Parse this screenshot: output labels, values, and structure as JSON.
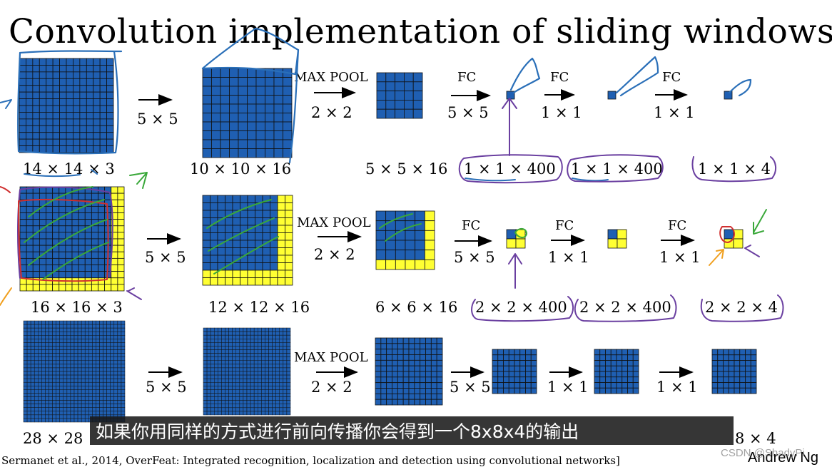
{
  "slide": {
    "title": "Convolution implementation of sliding windows",
    "author": "Andrew Ng",
    "citation": "Sermanet et al., 2014, OverFeat: Integrated recognition, localization and detection using convolutional networks]",
    "watermark": "CSDN @ShadyPi",
    "subtitle": "如果你用同样的方式进行前向传播你会得到一个8x8x4的输出"
  },
  "colors": {
    "blue": "#1f5fb2",
    "yellow": "#ffff33",
    "grid": "#111111",
    "pen_blue": "#2a6fb8",
    "pen_purple": "#6a3fa0",
    "pen_green": "#3aa83a",
    "pen_red": "#d03030",
    "pen_orange": "#f0a020"
  },
  "rows": [
    {
      "input_label": "14 × 14  × 3",
      "conv_op": "5 × 5",
      "conv_label": "10 × 10 × 16",
      "pool_name": "MAX POOL",
      "pool_op": "2 × 2",
      "pool_label": "5 × 5 × 16",
      "fc1_name": "FC",
      "fc1_op": "5 × 5",
      "fc1_label": "1 × 1 × 400",
      "fc2_name": "FC",
      "fc2_op": "1 × 1",
      "fc2_label": "1 × 1 × 400",
      "fc3_name": "FC",
      "fc3_op": "1 × 1",
      "fc3_label": "1 × 1 × 4"
    },
    {
      "input_label": "16 × 16 × 3",
      "conv_op": "5 × 5",
      "conv_label": "12 × 12 × 16",
      "pool_name": "MAX POOL",
      "pool_op": "2 × 2",
      "pool_label": "6 × 6 × 16",
      "fc1_name": "FC",
      "fc1_op": "5 × 5",
      "fc1_label": "2 × 2 × 400",
      "fc2_name": "FC",
      "fc2_op": "1 × 1",
      "fc2_label": "2 × 2 × 400",
      "fc3_name": "FC",
      "fc3_op": "1 × 1",
      "fc3_label": "2 × 2 × 4"
    },
    {
      "input_label": "28 × 28",
      "conv_op": "5 × 5",
      "pool_name": "MAX POOL",
      "pool_op": "2 × 2",
      "fc1_op": "5 × 5",
      "fc2_op": "1 × 1",
      "fc3_op": "1 × 1",
      "fc3_label_partial": "8 × 4"
    }
  ]
}
